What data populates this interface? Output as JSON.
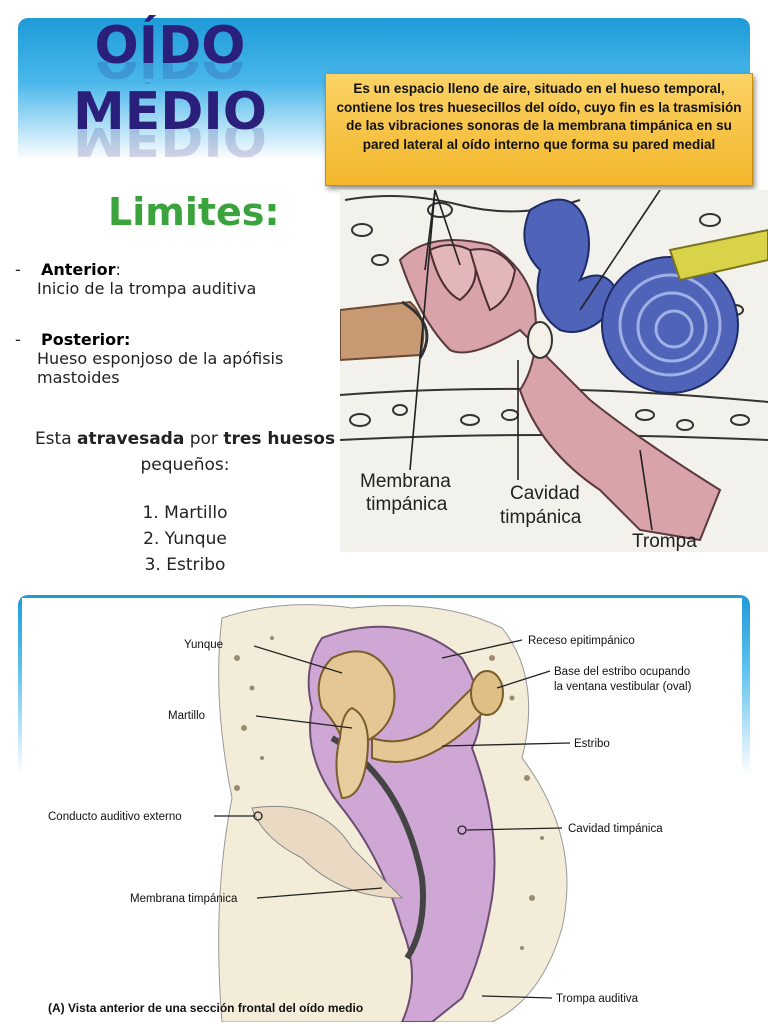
{
  "title": {
    "line1": "OÍDO",
    "line2": "MEDIO"
  },
  "callout": {
    "text": "Es un espacio lleno de aire, situado en el hueso temporal, contiene los tres huesecillos del oído, cuyo fin es la trasmisión de las vibraciones sonoras de la membrana timpánica en su pared lateral al oído interno que forma su pared medial"
  },
  "limites": {
    "heading": "Limites:",
    "anterior": {
      "dash": "-",
      "label": "Anterior",
      "sep": ":",
      "desc": "Inicio de la trompa auditiva"
    },
    "posterior": {
      "dash": "-",
      "label": "Posterior:",
      "desc_line1": "Hueso esponjoso de la apófisis",
      "desc_line2": "mastoides"
    }
  },
  "huesos": {
    "pre": "Esta ",
    "bold1": "atravesada",
    "mid": " por ",
    "bold2": "tres huesos",
    "line2": "pequeños:",
    "items": [
      "1.  Martillo",
      "2.  Yunque",
      "3.  Estribo"
    ]
  },
  "figure1": {
    "labels": {
      "membrana_1": "Membrana",
      "membrana_2": "timpánica",
      "cavidad_1": "Cavidad",
      "cavidad_2": "timpánica",
      "trompa": "Trompa"
    }
  },
  "figure2": {
    "labels": {
      "yunque": "Yunque",
      "martillo": "Martillo",
      "conducto": "Conducto auditivo externo",
      "membrana": "Membrana timpánica",
      "receso": "Receso epitimpánico",
      "base_1": "Base del estribo ocupando",
      "base_2": "la ventana vestibular (oval)",
      "estribo": "Estribo",
      "cavidad": "Cavidad timpánica",
      "trompa": "Trompa auditiva"
    },
    "caption": "(A) Vista anterior de una sección frontal del oído medio"
  }
}
